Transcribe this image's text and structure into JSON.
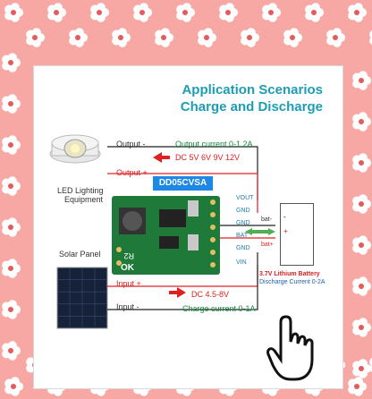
{
  "title_line1": "Application Scenarios",
  "title_line2": "Charge and Discharge",
  "output_minus": "Output -",
  "output_plus": "Output +",
  "output_current": "Output current 0-1.2A",
  "dc_out": "DC 5V 6V 9V 12V",
  "led_label_line1": "LED Lighting",
  "led_label_line2": "Equipment",
  "module_name": "DD05CVSA",
  "pins": [
    "VOUT",
    "GND",
    "GND",
    "BAT",
    "GND",
    "VIN"
  ],
  "bat_minus": "bat-",
  "bat_plus": "bat+",
  "bat_sign_minus": "-",
  "bat_sign_plus": "+",
  "battery_title": "3.7V Lithium Battery",
  "battery_sub": "Discharge Current 0-2A",
  "solar_panel": "Solar Panel",
  "input_plus": "Input +",
  "input_minus": "Input -",
  "dc_in": "DC 4.5-8V",
  "charge_current": "Charge current 0-1A",
  "colors": {
    "background": "#f7a8a4",
    "title": "#1d9db5",
    "red": "#e02020",
    "green": "#138a3c",
    "pcb": "#1f7a3a",
    "badge": "#1e88e5"
  }
}
